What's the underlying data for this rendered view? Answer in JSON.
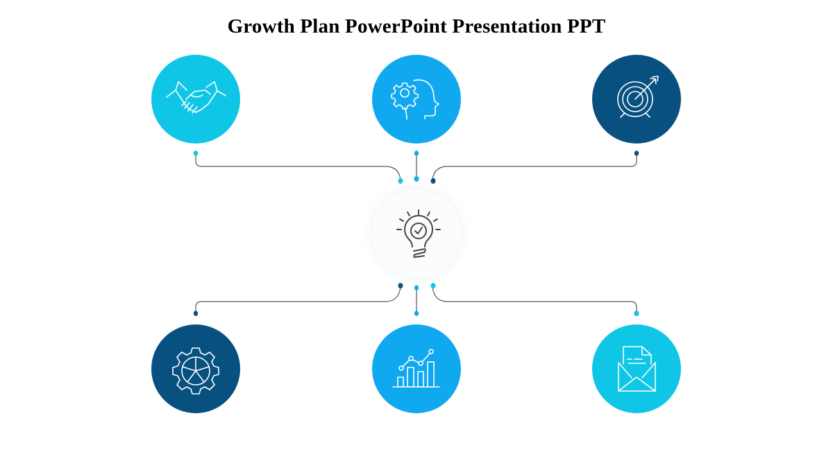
{
  "slide": {
    "title": "Growth Plan PowerPoint Presentation PPT"
  },
  "colors": {
    "cyan": "#0fc6e6",
    "blue": "#10a9f0",
    "navy": "#07507f",
    "connector": "#555555",
    "center_fill": "#fafbfc",
    "center_icon": "#444444"
  },
  "nodes": [
    {
      "id": "top-left",
      "icon": "handshake-icon",
      "color": "cyan"
    },
    {
      "id": "top-middle",
      "icon": "head-gear-icon",
      "color": "blue"
    },
    {
      "id": "top-right",
      "icon": "target-arrow-icon",
      "color": "navy"
    },
    {
      "id": "bottom-left",
      "icon": "gear-pie-icon",
      "color": "navy"
    },
    {
      "id": "bottom-middle",
      "icon": "bar-chart-growth-icon",
      "color": "blue"
    },
    {
      "id": "bottom-right",
      "icon": "envelope-document-icon",
      "color": "cyan"
    }
  ],
  "center": {
    "icon": "lightbulb-check-icon"
  }
}
